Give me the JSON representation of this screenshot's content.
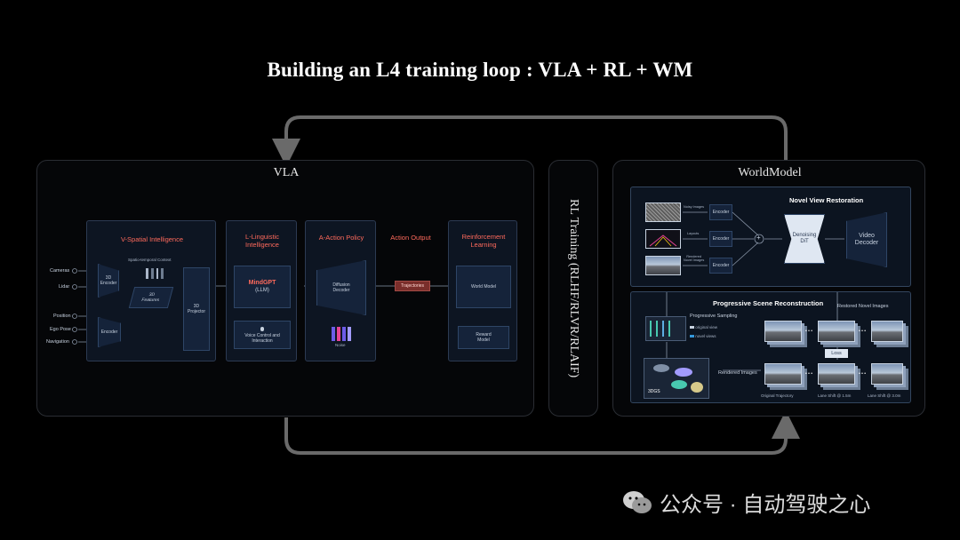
{
  "title": "Building an L4 training loop : VLA + RL + WM",
  "vla": {
    "title": "VLA",
    "inputs": [
      "Cameras",
      "Lidar",
      "Position",
      "Ego Pose",
      "Navigation"
    ],
    "spatial": {
      "title": "V-Spatial Intelligence",
      "context_label": "Spatio-temporal Context",
      "encoder_3d": "3D\nEncoder",
      "features_3d": "3D\nFeatures",
      "projector_3d": "3D\nProjector",
      "encoder": "Encoder"
    },
    "linguistic": {
      "title": "L-Linguistic\nIntelligence",
      "mindgpt": "MindGPT",
      "llm": "(LLM)",
      "voice": "Voice Control and\nInteraction"
    },
    "action": {
      "title": "A-Action Policy",
      "decoder": "Diffusion\nDecoder",
      "noise": "Noise"
    },
    "output": {
      "title": "Action Output",
      "trajectories": "Trajectories"
    },
    "rl": {
      "title": "Reinforcement\nLearning",
      "world_model": "World Model",
      "reward_model": "Reward\nModel"
    }
  },
  "rl_training": {
    "label": "RL Training (RLHF/RLVR/RLAIF)"
  },
  "worldmodel": {
    "title": "WorldModel",
    "nvr": {
      "title": "Novel View Restoration",
      "inputs": [
        "Noisy Images",
        "Layouts",
        "Rendered\nNovel Images"
      ],
      "encoder": "Encoder",
      "plus": "+",
      "dit": "Denoising\nDiT",
      "decoder": "Video\nDecoder"
    },
    "psr": {
      "title": "Progressive Scene Reconstruction",
      "sampling": "Progressive Sampling",
      "legend": [
        "original view",
        "novel views"
      ],
      "restored": "Restored Novel Images",
      "rendered": "Rendered Images",
      "gs": "3DGS",
      "loss": "Loss",
      "ellipsis": "• • •",
      "captions": [
        "Original Trajectory",
        "Lane Shift @ 1.5m",
        "Lane Shift @ 3.0m"
      ]
    }
  },
  "watermark": {
    "text": "公众号 · 自动驾驶之心"
  },
  "colors": {
    "accent": "#ff6a5c",
    "box": "#15233a",
    "trajectory": "#8a3a36"
  }
}
